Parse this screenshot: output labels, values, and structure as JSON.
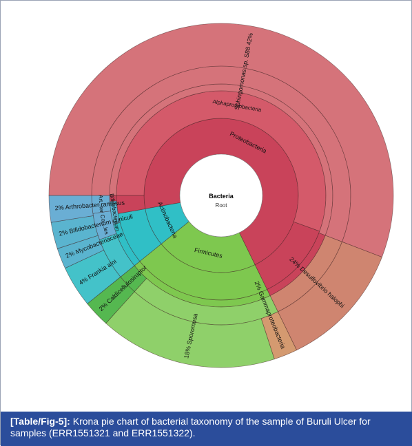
{
  "caption": {
    "label": "[Table/Fig-5]:",
    "text": "Krona pie chart of bacterial taxonomy of the sample of Buruli Ulcer for samples (ERR1551321 and ERR1551322)."
  },
  "chart_data": {
    "type": "krona",
    "center": {
      "title": "Bacteria",
      "subtitle": "Root"
    },
    "colors": {
      "proteobacteria": "#c9435a",
      "alpha": "#d45a6a",
      "sphingomonas": "#d5737a",
      "desulfovibrio": "#cf8570",
      "gamma": "#d49a70",
      "firmicutes": "#7ec84f",
      "sporomusa": "#8fd06a",
      "caldicellulosiruptor": "#55b850",
      "actinobacteria": "#30bfc6",
      "frankia": "#44c2c9",
      "bifidobacterium": "#5ab4cf",
      "arthrobacter": "#6aaed4"
    },
    "rings": [
      {
        "level": 1,
        "segments": [
          {
            "label": "Proteobacteria",
            "start": 170,
            "end": 64,
            "color_key": "proteobacteria"
          },
          {
            "label": "Firmicutes",
            "start": 64,
            "end": 141,
            "color_key": "firmicutes"
          },
          {
            "label": "Actinobacteria",
            "start": 141,
            "end": 170,
            "color_key": "actinobacteria"
          }
        ]
      },
      {
        "level": 2,
        "segments": [
          {
            "label": "Alphaproteobacteria",
            "start": 180,
            "end": 20,
            "color_key": "alpha"
          },
          {
            "label": "",
            "start": 20,
            "end": 64,
            "color_key": "proteobacteria"
          },
          {
            "label": "",
            "start": 64,
            "end": 141,
            "color_key": "firmicutes"
          },
          {
            "label": "",
            "start": 141,
            "end": 170,
            "color_key": "actinobacteria"
          },
          {
            "label": "",
            "start": 170,
            "end": 180,
            "color_key": "proteobacteria"
          }
        ]
      },
      {
        "level": 3,
        "segments": [
          {
            "label": "",
            "start": 180,
            "end": 21,
            "color_key": "sphingomonas"
          },
          {
            "label": "",
            "start": 21,
            "end": 64,
            "color_key": "proteobacteria"
          },
          {
            "label": "",
            "start": 64,
            "end": 141,
            "color_key": "firmicutes"
          },
          {
            "label": "",
            "start": 141,
            "end": 165,
            "color_key": "actinobacteria"
          },
          {
            "label": "Bifidobacterium",
            "start": 165,
            "end": 177,
            "color_key": "bifidobacterium"
          },
          {
            "label": "",
            "start": 177,
            "end": 180,
            "color_key": "proteobacteria"
          }
        ]
      },
      {
        "level": 4,
        "segments": [
          {
            "label": "",
            "start": 180,
            "end": 21,
            "color_key": "sphingomonas"
          },
          {
            "label": "",
            "start": 21,
            "end": 64,
            "color_key": "desulfovibrio"
          },
          {
            "label": "",
            "start": 64,
            "end": 132,
            "color_key": "sporomusa"
          },
          {
            "label": "",
            "start": 132,
            "end": 141,
            "color_key": "caldicellulosiruptor"
          },
          {
            "label": "",
            "start": 141,
            "end": 160,
            "color_key": "frankia"
          },
          {
            "label": "Cor...les",
            "start": 160,
            "end": 172,
            "color_key": "arthrobacter"
          },
          {
            "label": "Art...ter",
            "start": 172,
            "end": 180,
            "color_key": "arthrobacter"
          }
        ]
      },
      {
        "level": 5,
        "segments": [
          {
            "label": "Sphingomonas sp. S88  42%",
            "start": 180,
            "end": 21,
            "color_key": "sphingomonas"
          },
          {
            "label": "24%  Desulfovibrio halophi",
            "start": 21,
            "end": 64,
            "color_key": "desulfovibrio"
          },
          {
            "label": "2%  Gammaproteobacteria",
            "start": 64,
            "end": 72,
            "color_key": "gamma"
          },
          {
            "label": "18%  Sporomusa",
            "start": 72,
            "end": 132,
            "color_key": "sporomusa"
          },
          {
            "label": "2%  Caldicellulosiruptor",
            "start": 132,
            "end": 141,
            "color_key": "caldicellulosiruptor"
          },
          {
            "label": "4%  Frankia alni",
            "start": 141,
            "end": 155,
            "color_key": "frankia"
          },
          {
            "label": "2%  Mycobacteriaceae",
            "start": 155,
            "end": 162,
            "color_key": "bifidobacterium"
          },
          {
            "label": "2%  Bifidobacterium cuniculi",
            "start": 162,
            "end": 171,
            "color_key": "bifidobacterium"
          },
          {
            "label": "2%  Arthrobacter ramosus",
            "start": 171,
            "end": 180,
            "color_key": "arthrobacter"
          }
        ]
      }
    ]
  }
}
